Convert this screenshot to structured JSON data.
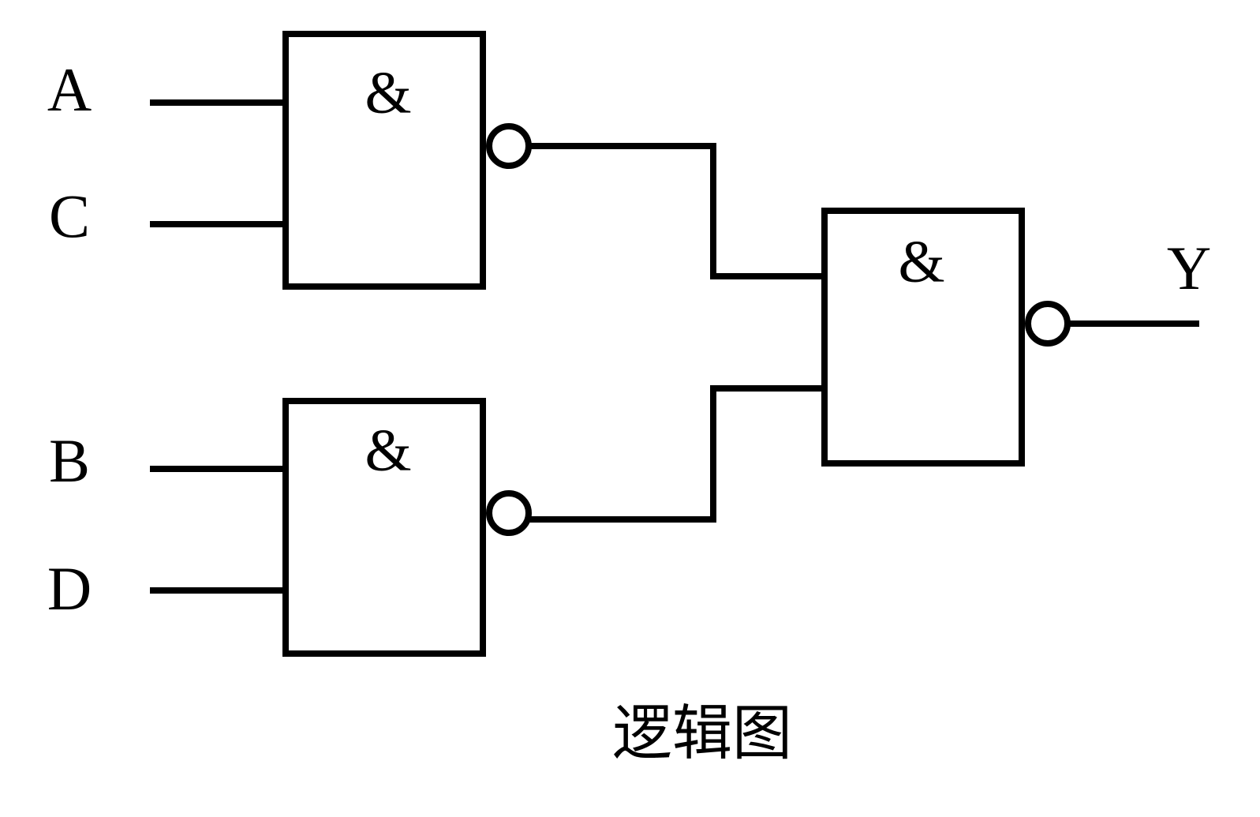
{
  "inputs": {
    "a": "A",
    "c": "C",
    "b": "B",
    "d": "D"
  },
  "output": {
    "y": "Y"
  },
  "gates": {
    "gate1_symbol": "&",
    "gate2_symbol": "&",
    "gate3_symbol": "&"
  },
  "caption": "逻辑图",
  "colors": {
    "line": "#000000",
    "background": "#ffffff"
  }
}
